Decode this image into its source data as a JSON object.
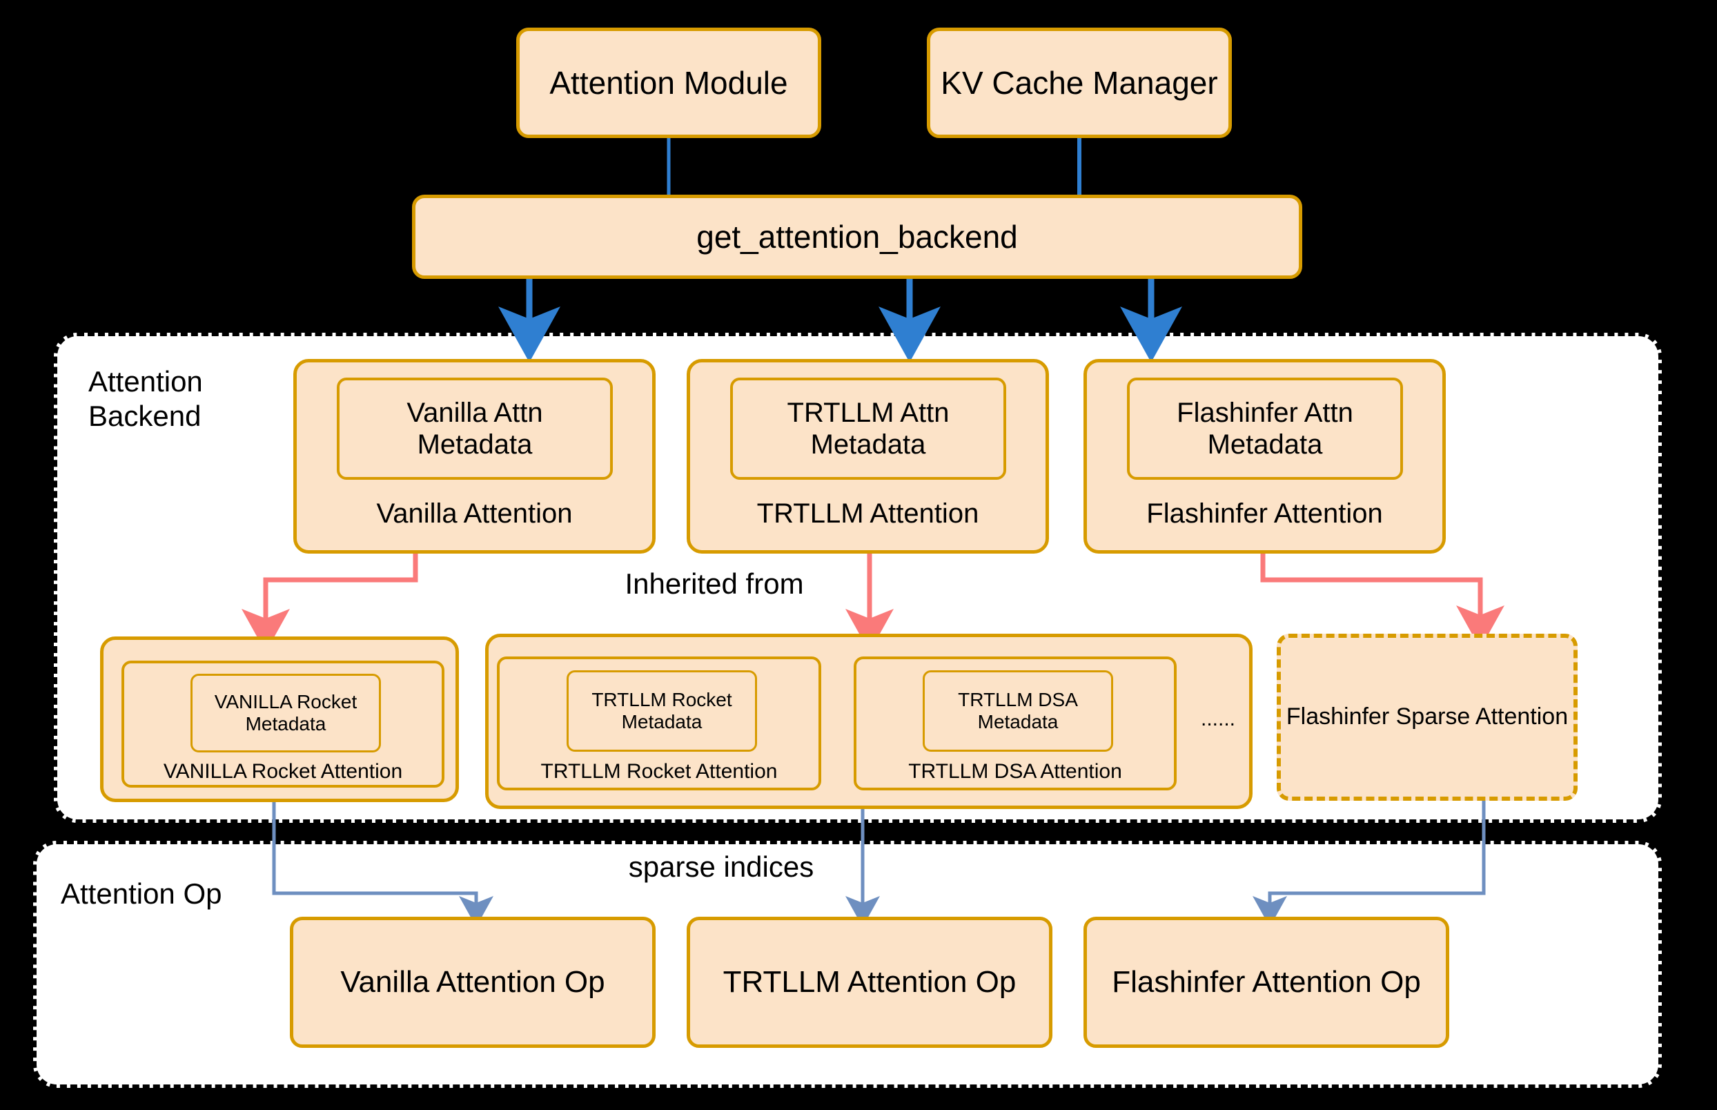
{
  "diagram": {
    "top_nodes": [
      {
        "id": "attention-module",
        "label": "Attention Module"
      },
      {
        "id": "kv-cache-manager",
        "label": "KV Cache Manager"
      }
    ],
    "dispatcher": {
      "label": "get_attention_backend"
    },
    "backend_section": {
      "title": "Attention Backend",
      "backends": [
        {
          "id": "vanilla",
          "metadata_label": "Vanilla Attn\nMetadata",
          "class_label": "Vanilla Attention"
        },
        {
          "id": "trtllm",
          "metadata_label": "TRTLLM Attn\nMetadata",
          "class_label": "TRTLLM Attention"
        },
        {
          "id": "flashinfer",
          "metadata_label": "Flashinfer Attn\nMetadata",
          "class_label": "Flashinfer Attention"
        }
      ],
      "sparse_backends": [
        {
          "id": "vanilla-rocket",
          "metadata_label": "VANILLA Rocket\nMetadata",
          "class_label": "VANILLA Rocket Attention"
        },
        {
          "id": "trtllm-rocket",
          "metadata_label": "TRTLLM Rocket\nMetadata",
          "class_label": "TRTLLM Rocket Attention"
        },
        {
          "id": "trtllm-dsa",
          "metadata_label": "TRTLLM DSA\nMetadata",
          "class_label": "TRTLLM DSA Attention"
        }
      ],
      "ellipsis": "......",
      "flashinfer_sparse": {
        "id": "flashinfer-sparse",
        "label": "Flashinfer Sparse Attention"
      }
    },
    "op_section": {
      "title": "Attention Op",
      "ops": [
        {
          "id": "vanilla-op",
          "label": "Vanilla Attention Op"
        },
        {
          "id": "trtllm-op",
          "label": "TRTLLM Attention Op"
        },
        {
          "id": "flashinfer-op",
          "label": "Flashinfer Attention Op"
        }
      ]
    },
    "edge_labels": {
      "inherited_from": "Inherited from",
      "sparse_indices": "sparse indices"
    },
    "colors": {
      "node_fill": "#fce3c8",
      "node_border": "#d79b00",
      "dispatch_arrow": "#2f7fd1",
      "inherit_arrow": "#fa7a7a",
      "sparse_arrow": "#6e8fc0",
      "group_fill": "#ffffff",
      "group_border": "#000000",
      "background": "#000000",
      "text": "#000000"
    }
  }
}
